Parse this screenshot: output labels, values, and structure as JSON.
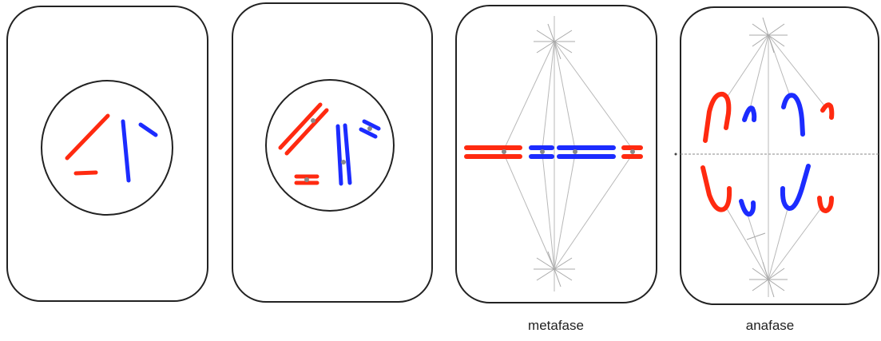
{
  "panels": [
    {
      "id": "interphase",
      "label": ""
    },
    {
      "id": "prophase",
      "label": ""
    },
    {
      "id": "metaphase",
      "label": "metafase"
    },
    {
      "id": "anaphase",
      "label": "anafase"
    }
  ],
  "colors": {
    "cell_outline": "#222222",
    "chromosome_red": "#ff2a10",
    "chromosome_blue": "#1c2cff",
    "spindle": "#b8b8b8",
    "centromere": "#8a8a8a",
    "equator": "#8a8a8a"
  }
}
